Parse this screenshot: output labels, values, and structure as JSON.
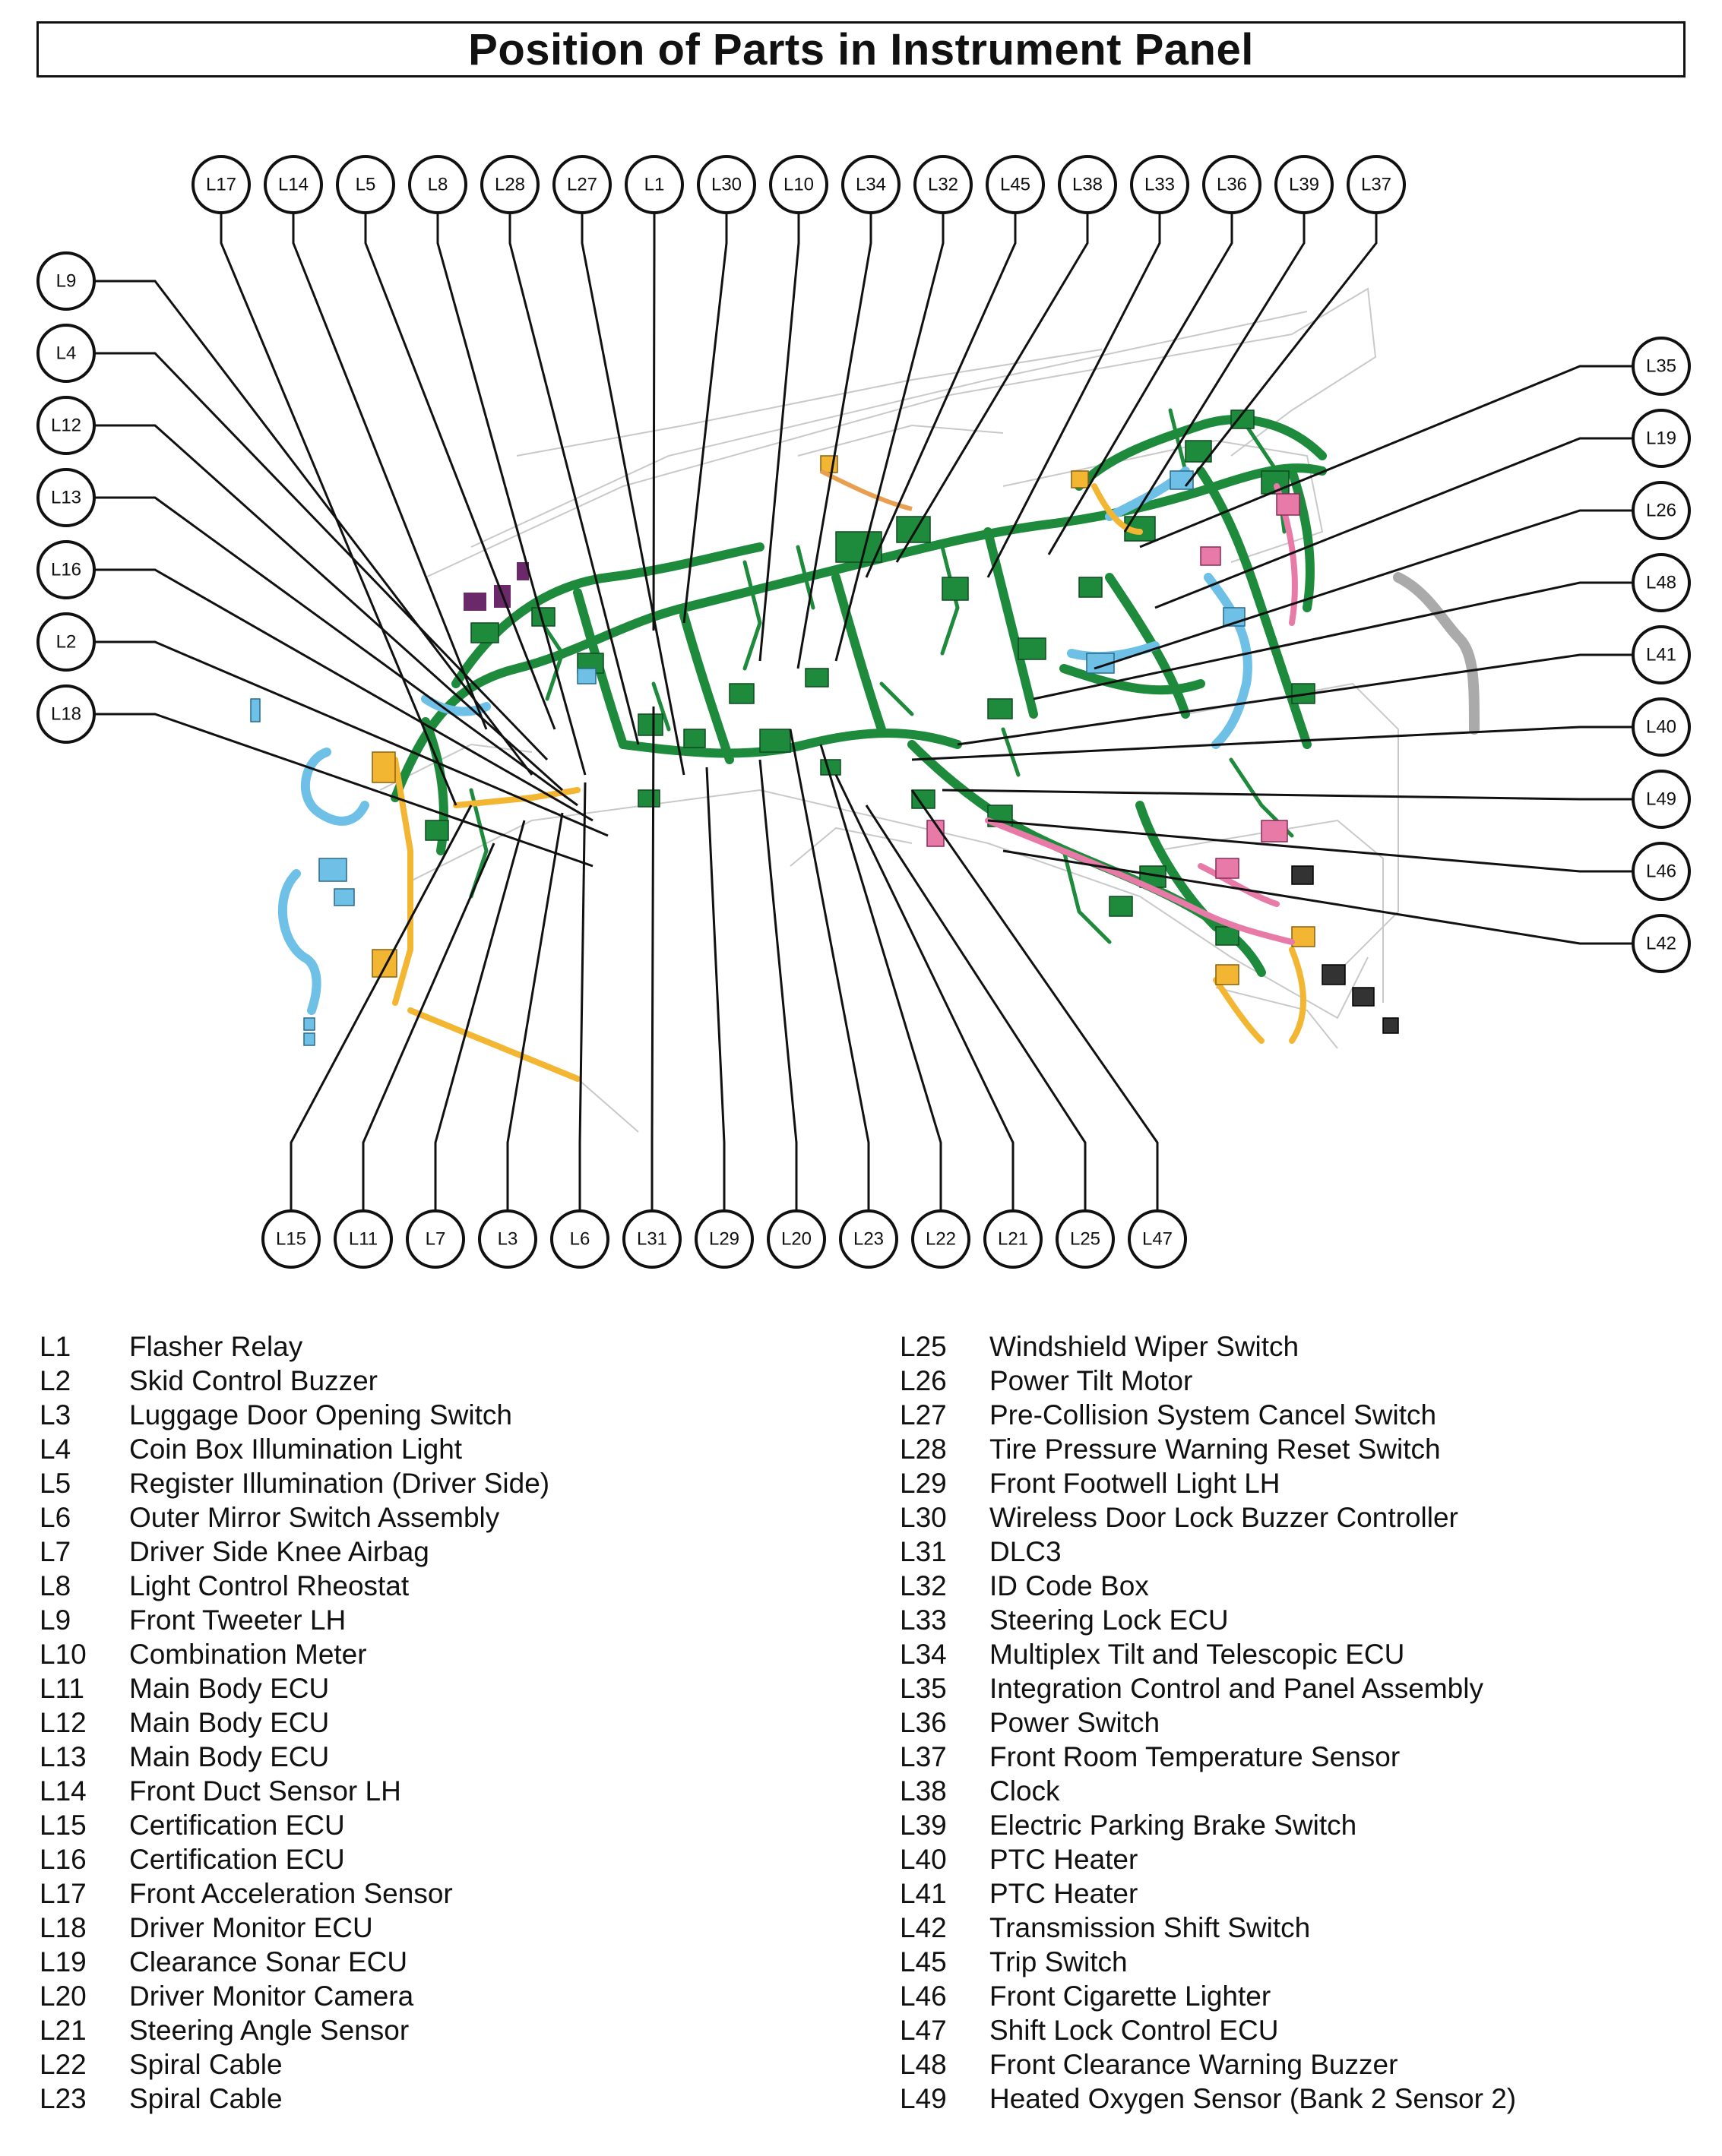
{
  "title": "Position of Parts in Instrument Panel",
  "callouts": {
    "top": [
      "L17",
      "L14",
      "L5",
      "L8",
      "L28",
      "L27",
      "L1",
      "L30",
      "L10",
      "L34",
      "L32",
      "L45",
      "L38",
      "L33",
      "L36",
      "L39",
      "L37"
    ],
    "left": [
      "L9",
      "L4",
      "L12",
      "L13",
      "L16",
      "L2",
      "L18"
    ],
    "right": [
      "L35",
      "L19",
      "L26",
      "L48",
      "L41",
      "L40",
      "L49",
      "L46",
      "L42"
    ],
    "bottom": [
      "L15",
      "L11",
      "L7",
      "L3",
      "L6",
      "L31",
      "L29",
      "L20",
      "L23",
      "L22",
      "L21",
      "L25",
      "L47"
    ]
  },
  "legend": {
    "left": [
      {
        "code": "L1",
        "name": "Flasher Relay"
      },
      {
        "code": "L2",
        "name": "Skid Control Buzzer"
      },
      {
        "code": "L3",
        "name": "Luggage Door Opening Switch"
      },
      {
        "code": "L4",
        "name": "Coin Box Illumination Light"
      },
      {
        "code": "L5",
        "name": "Register Illumination (Driver Side)"
      },
      {
        "code": "L6",
        "name": "Outer Mirror Switch Assembly"
      },
      {
        "code": "L7",
        "name": "Driver Side Knee Airbag"
      },
      {
        "code": "L8",
        "name": "Light Control Rheostat"
      },
      {
        "code": "L9",
        "name": "Front Tweeter LH"
      },
      {
        "code": "L10",
        "name": "Combination Meter"
      },
      {
        "code": "L11",
        "name": "Main Body ECU"
      },
      {
        "code": "L12",
        "name": "Main Body ECU"
      },
      {
        "code": "L13",
        "name": "Main Body ECU"
      },
      {
        "code": "L14",
        "name": "Front Duct Sensor LH"
      },
      {
        "code": "L15",
        "name": "Certification ECU"
      },
      {
        "code": "L16",
        "name": "Certification ECU"
      },
      {
        "code": "L17",
        "name": "Front Acceleration Sensor"
      },
      {
        "code": "L18",
        "name": "Driver Monitor ECU"
      },
      {
        "code": "L19",
        "name": "Clearance Sonar ECU"
      },
      {
        "code": "L20",
        "name": "Driver Monitor Camera"
      },
      {
        "code": "L21",
        "name": "Steering Angle Sensor"
      },
      {
        "code": "L22",
        "name": "Spiral Cable"
      },
      {
        "code": "L23",
        "name": "Spiral Cable"
      }
    ],
    "right": [
      {
        "code": "L25",
        "name": "Windshield Wiper Switch"
      },
      {
        "code": "L26",
        "name": "Power Tilt Motor"
      },
      {
        "code": "L27",
        "name": "Pre-Collision System Cancel Switch"
      },
      {
        "code": "L28",
        "name": "Tire Pressure Warning Reset Switch"
      },
      {
        "code": "L29",
        "name": "Front Footwell Light LH"
      },
      {
        "code": "L30",
        "name": "Wireless Door Lock Buzzer Controller"
      },
      {
        "code": "L31",
        "name": "DLC3"
      },
      {
        "code": "L32",
        "name": "ID Code Box"
      },
      {
        "code": "L33",
        "name": "Steering Lock ECU"
      },
      {
        "code": "L34",
        "name": "Multiplex Tilt and Telescopic ECU"
      },
      {
        "code": "L35",
        "name": "Integration Control and Panel Assembly"
      },
      {
        "code": "L36",
        "name": "Power Switch"
      },
      {
        "code": "L37",
        "name": "Front Room Temperature Sensor"
      },
      {
        "code": "L38",
        "name": "Clock"
      },
      {
        "code": "L39",
        "name": "Electric Parking Brake Switch"
      },
      {
        "code": "L40",
        "name": "PTC Heater"
      },
      {
        "code": "L41",
        "name": "PTC Heater"
      },
      {
        "code": "L42",
        "name": "Transmission Shift Switch"
      },
      {
        "code": "L45",
        "name": "Trip Switch"
      },
      {
        "code": "L46",
        "name": "Front Cigarette Lighter"
      },
      {
        "code": "L47",
        "name": "Shift Lock Control ECU"
      },
      {
        "code": "L48",
        "name": "Front Clearance Warning Buzzer"
      },
      {
        "code": "L49",
        "name": "Heated Oxygen Sensor (Bank 2 Sensor 2)"
      }
    ]
  },
  "colors": {
    "harness_main": "#1e8a3c",
    "harness_blue": "#6ec0e6",
    "harness_yellow": "#f2b632",
    "harness_pink": "#e87aa8",
    "harness_purple": "#6a2a6a",
    "harness_orange": "#e8a050",
    "harness_dark": "#333333",
    "outline": "#cccccc"
  }
}
